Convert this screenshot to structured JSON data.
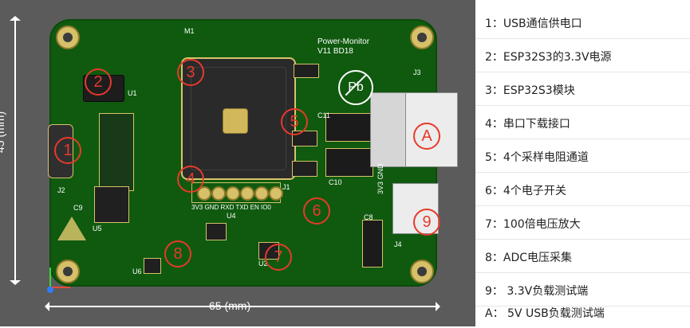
{
  "board": {
    "title": "Power-Monitor",
    "version": "V11 BD18",
    "dim_width": "65 (mm)",
    "dim_height": "45 (mm)",
    "module_label": "M1",
    "header_label": "3V3 GND RXD TXD EN IO0",
    "j1": "J1",
    "j2": "J2",
    "j3": "J3",
    "j4": "J4",
    "u1": "U1",
    "u2": "U2",
    "u4": "U4",
    "u5": "U5",
    "u6": "U6",
    "c9": "C9",
    "c8": "C8",
    "c11": "C11",
    "c10": "C10",
    "j4_pins": "3V3 GND",
    "markers": [
      "1",
      "2",
      "3",
      "4",
      "5",
      "6",
      "7",
      "8",
      "9",
      "A"
    ]
  },
  "legend": {
    "items": [
      "1：USB通信供电口",
      "2：ESP32S3的3.3V电源",
      "3：ESP32S3模块",
      "4：串口下载接口",
      "5：4个采样电阻通道",
      "6：4个电子开关",
      "7：100倍电压放大",
      "8：ADC电压采集",
      "9： 3.3V负载测试端",
      "A： 5V USB负载测试端"
    ]
  }
}
